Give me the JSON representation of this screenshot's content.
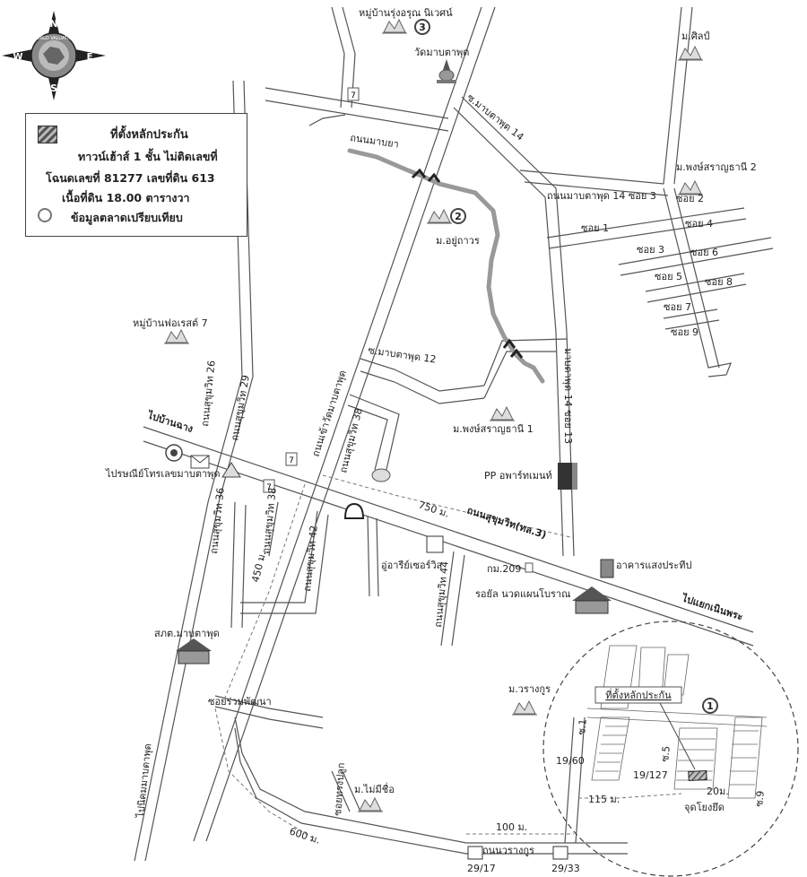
{
  "compass": {
    "n": "N",
    "s": "S",
    "e": "E",
    "w": "W",
    "ring_text": "WORLD VALUATION"
  },
  "legend": {
    "title": "ที่ตั้งหลักประกัน",
    "line2": "ทาวน์เฮ้าส์ 1 ชั้น ไม่ติดเลขที่",
    "line3": "โฉนดเลขที่ 81277 เลขที่ดิน 613",
    "line4": "เนื้อที่ดิน 18.00 ตารางวา",
    "comparison": "ข้อมูลตลาดเปรียบเทียบ"
  },
  "markers": {
    "m1": "1",
    "m2": "2",
    "m3": "3"
  },
  "labels": {
    "village_rungaroon": "หมู่บ้านรุ่งอรุณ นิเวศน์",
    "wat_map_ta_phut": "วัดมาบตาพุด",
    "m_silp": "ม.ศิลป์",
    "soi_mtp14": "ซ.มาบตาพุด 14",
    "thanon_mapya": "ถนนมาบยา",
    "m_phongsaran2": "ม.พงษ์สราญธานี 2",
    "thanon_mtp14_soi3": "ถนนมาบตาพุด 14 ซอย 3",
    "soi1": "ซอย 1",
    "soi2": "ซอย 2",
    "soi3": "ซอย 3",
    "soi4": "ซอย 4",
    "soi5": "ซอย 5",
    "soi6": "ซอย 6",
    "soi7": "ซอย 7",
    "soi8": "ซอย 8",
    "soi9": "ซอย 9",
    "m_yuthawon": "ม.อยู่ถาวร",
    "village_forest7": "หมู่บ้านฟอเรสต์ 7",
    "soi_mtp12": "ซ.มาบตาพุด 12",
    "mtp14_soi13": "มาบตาพุด 14 ซอย 13",
    "sukhumvit26": "ถนนสุขุมวิท 26",
    "sukhumvit29": "ถนนสุขุมวิท 29",
    "wat_road": "ถนนเข้าวัดมาบตาพุด",
    "sukhumvit38": "ถนนสุขุมวิท 38",
    "m_phongsaran1": "ม.พงษ์สราญธานี 1",
    "to_ban_chang": "ไปบ้านฉาง",
    "post_office": "ไปรษณีย์โทรเลขมาบตาพุด",
    "pp_apartment": "PP อพาร์ทเมนท์",
    "dist_750": "750 ม.",
    "sukhumvit_main": "ถนนสุขุมวิท(ทล.3)",
    "sukhumvit36": "ถนนสุขุมวิท 36",
    "sukhumvit38b": "ถนนสุขุมวิท 38",
    "dist_450": "450 ม.",
    "sukhumvit42": "ถนนสุขุมวิท 42",
    "garage": "อู่อารีย์เซอร์วิส",
    "km209": "กม.209",
    "saeng_building": "อาคารแสงประทีป",
    "sukhumvit44": "ถนนสุขุมวิท 44",
    "royal_massage": "รอยัล นวดแผนโบราณ",
    "to_noen_phra": "ไปแยกเนินพระ",
    "police": "สภต.มาบตาพุด",
    "soi_ruam_phatthana": "ซอยร่วมพัฒนา",
    "m_warangkoon": "ม.วรางกูร",
    "collateral_tag": "ที่ตั้งหลักประกัน",
    "soi_a": "ซ.1",
    "no_1960": "19/60",
    "soi_5b": "ซ.5",
    "no_19127": "19/127",
    "dist_20": "20ม.",
    "dist_115": "115 ม.",
    "soi_9b": "ซ.9",
    "to_ban_map_ta_phut": "ไปนิคมมาบตาพุด",
    "soi_thraprung": "ซอยทรงปลูก",
    "m_maimeechue": "ม.ไม่มีชื่อ",
    "dist_600": "600 ม.",
    "dist_100": "100 ม.",
    "thanon_warangkoon": "ถนนวรางกูร",
    "no_2917": "29/17",
    "no_2933": "29/33",
    "to_jud_yong": "จุดโยงยึด"
  }
}
